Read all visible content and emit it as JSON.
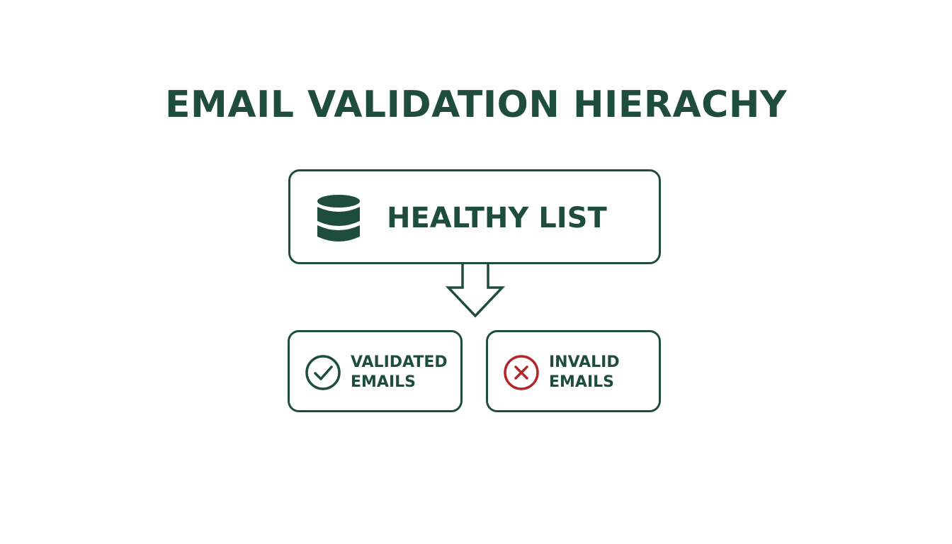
{
  "diagram": {
    "title": "EMAIL VALIDATION HIERACHY",
    "root": {
      "label": "HEALTHY LIST",
      "icon": "database-icon"
    },
    "children": [
      {
        "line1": "VALIDATED",
        "line2": "EMAILS",
        "icon": "check-circle-icon"
      },
      {
        "line1": "INVALID",
        "line2": "EMAILS",
        "icon": "x-circle-icon"
      }
    ]
  },
  "colors": {
    "primary": "#1e4d3b",
    "error": "#b0262b",
    "background": "#ffffff"
  }
}
